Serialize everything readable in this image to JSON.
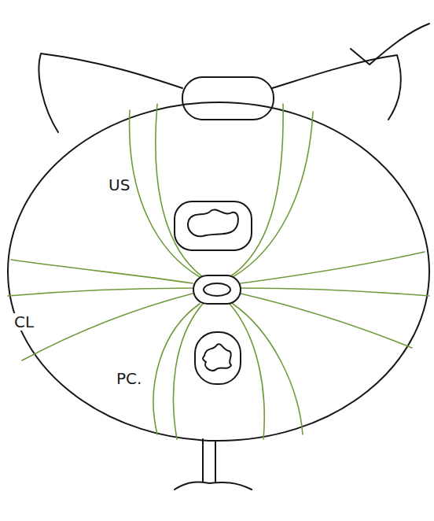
{
  "diagram": {
    "labels": [
      "US",
      "CL",
      "PC."
    ]
  }
}
